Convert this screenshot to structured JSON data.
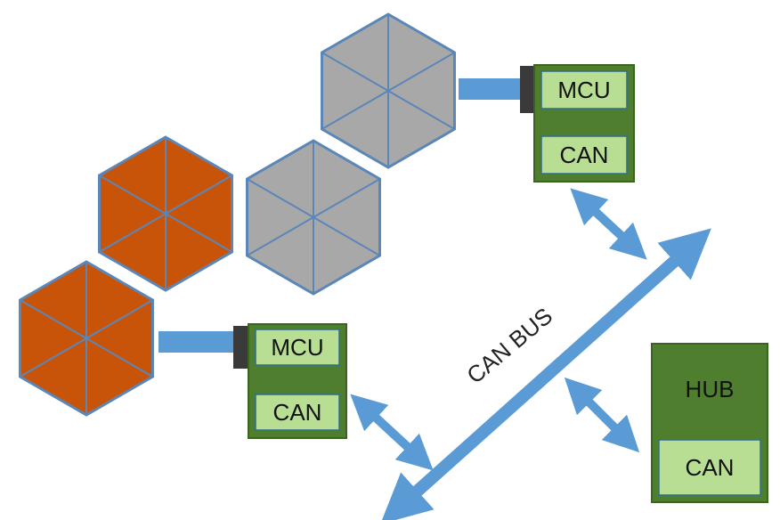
{
  "modules": {
    "top": {
      "mcu_label": "MCU",
      "can_label": "CAN"
    },
    "bottom": {
      "mcu_label": "MCU",
      "can_label": "CAN"
    }
  },
  "hub": {
    "title": "HUB",
    "can_label": "CAN"
  },
  "bus": {
    "label": "CAN BUS"
  },
  "colors": {
    "hex_orange": "#c8540a",
    "hex_gray": "#a8a8a8",
    "hex_edge": "#5b86b8",
    "module_dark_green": "#4f7f2e",
    "module_light_green": "#b7de93",
    "connector": "#3a3a3a",
    "bus_arrow": "#5b9bd5"
  },
  "icons": {
    "hexagon": "hexagon-icon",
    "double_arrow": "double-arrow-icon"
  }
}
